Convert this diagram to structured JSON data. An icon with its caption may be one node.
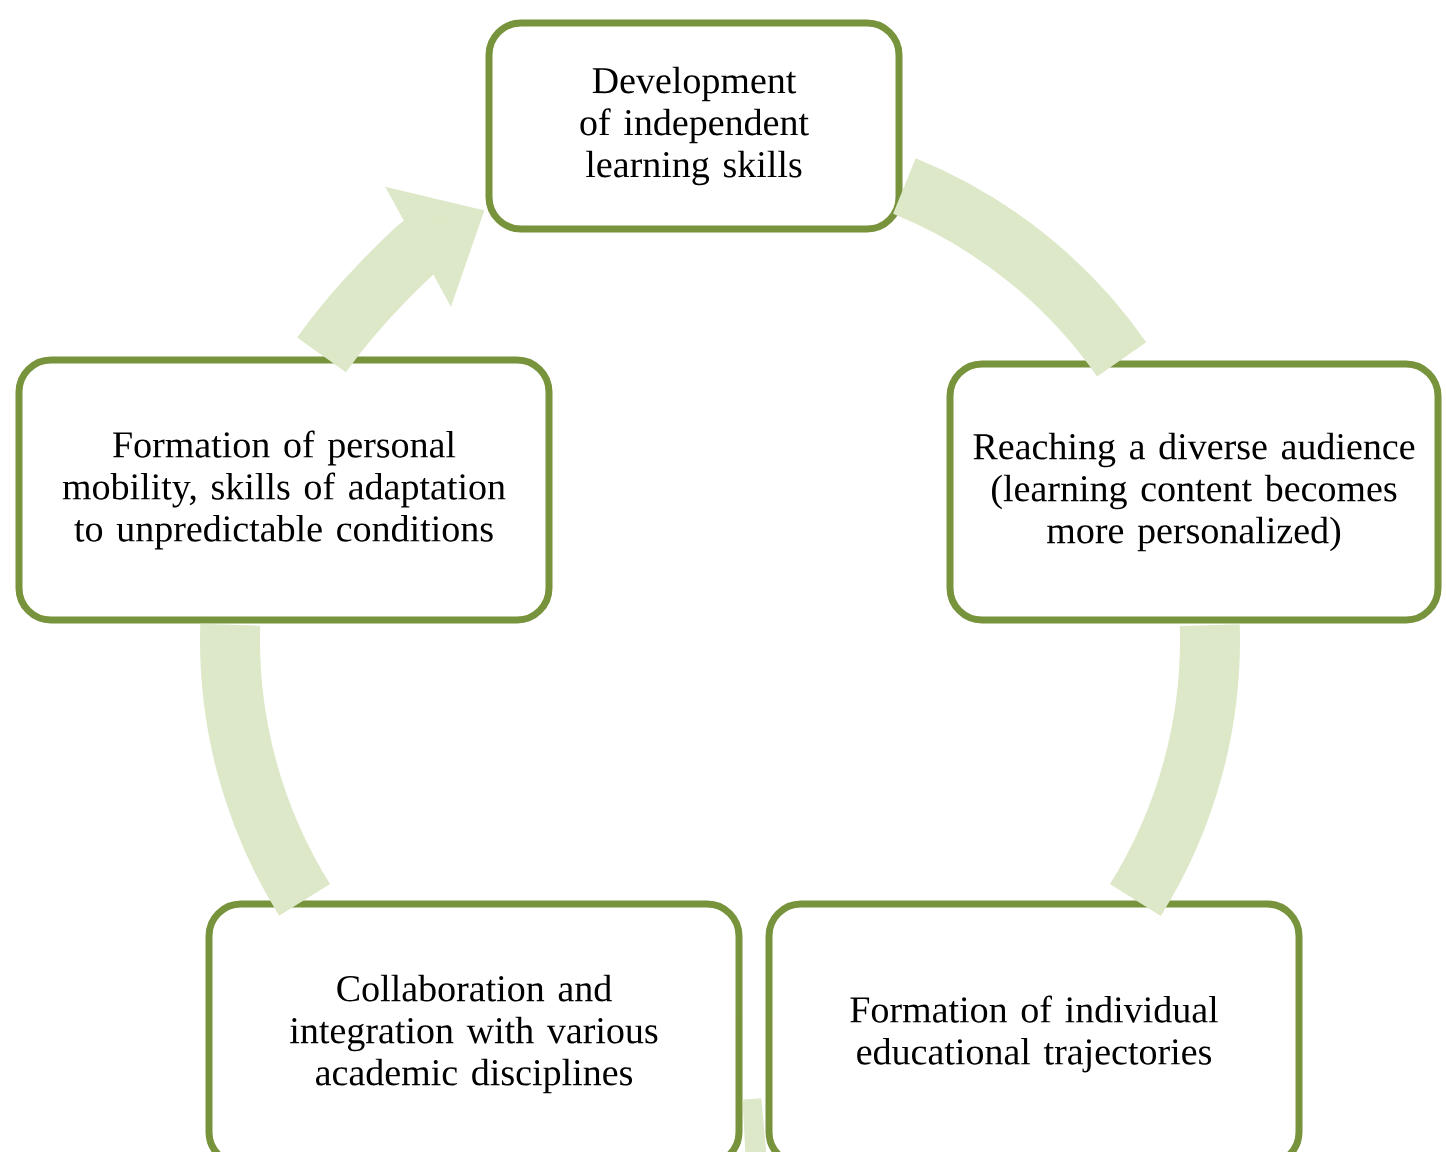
{
  "diagram": {
    "nodes": [
      {
        "text": [
          "Development of independent learning skills"
        ]
      },
      {
        "text": [
          "Formation of personal mobility, skills of adaptation to unpredictable conditions"
        ]
      },
      {
        "text": [
          "Reaching a diverse audience (learning content becomes more personalized)"
        ]
      },
      {
        "text": [
          "Collaboration and integration with various academic disciplines"
        ]
      },
      {
        "text": [
          "Formation of individual educational trajectories"
        ]
      }
    ],
    "edges": [
      {
        "from": 0,
        "to": 2,
        "arrow": "none"
      },
      {
        "from": 2,
        "to": 4,
        "arrow": "none"
      },
      {
        "from": 4,
        "to": 3,
        "arrow": "none"
      },
      {
        "from": 3,
        "to": 1,
        "arrow": "none"
      },
      {
        "from": 1,
        "to": 0,
        "arrow": "to"
      }
    ]
  }
}
